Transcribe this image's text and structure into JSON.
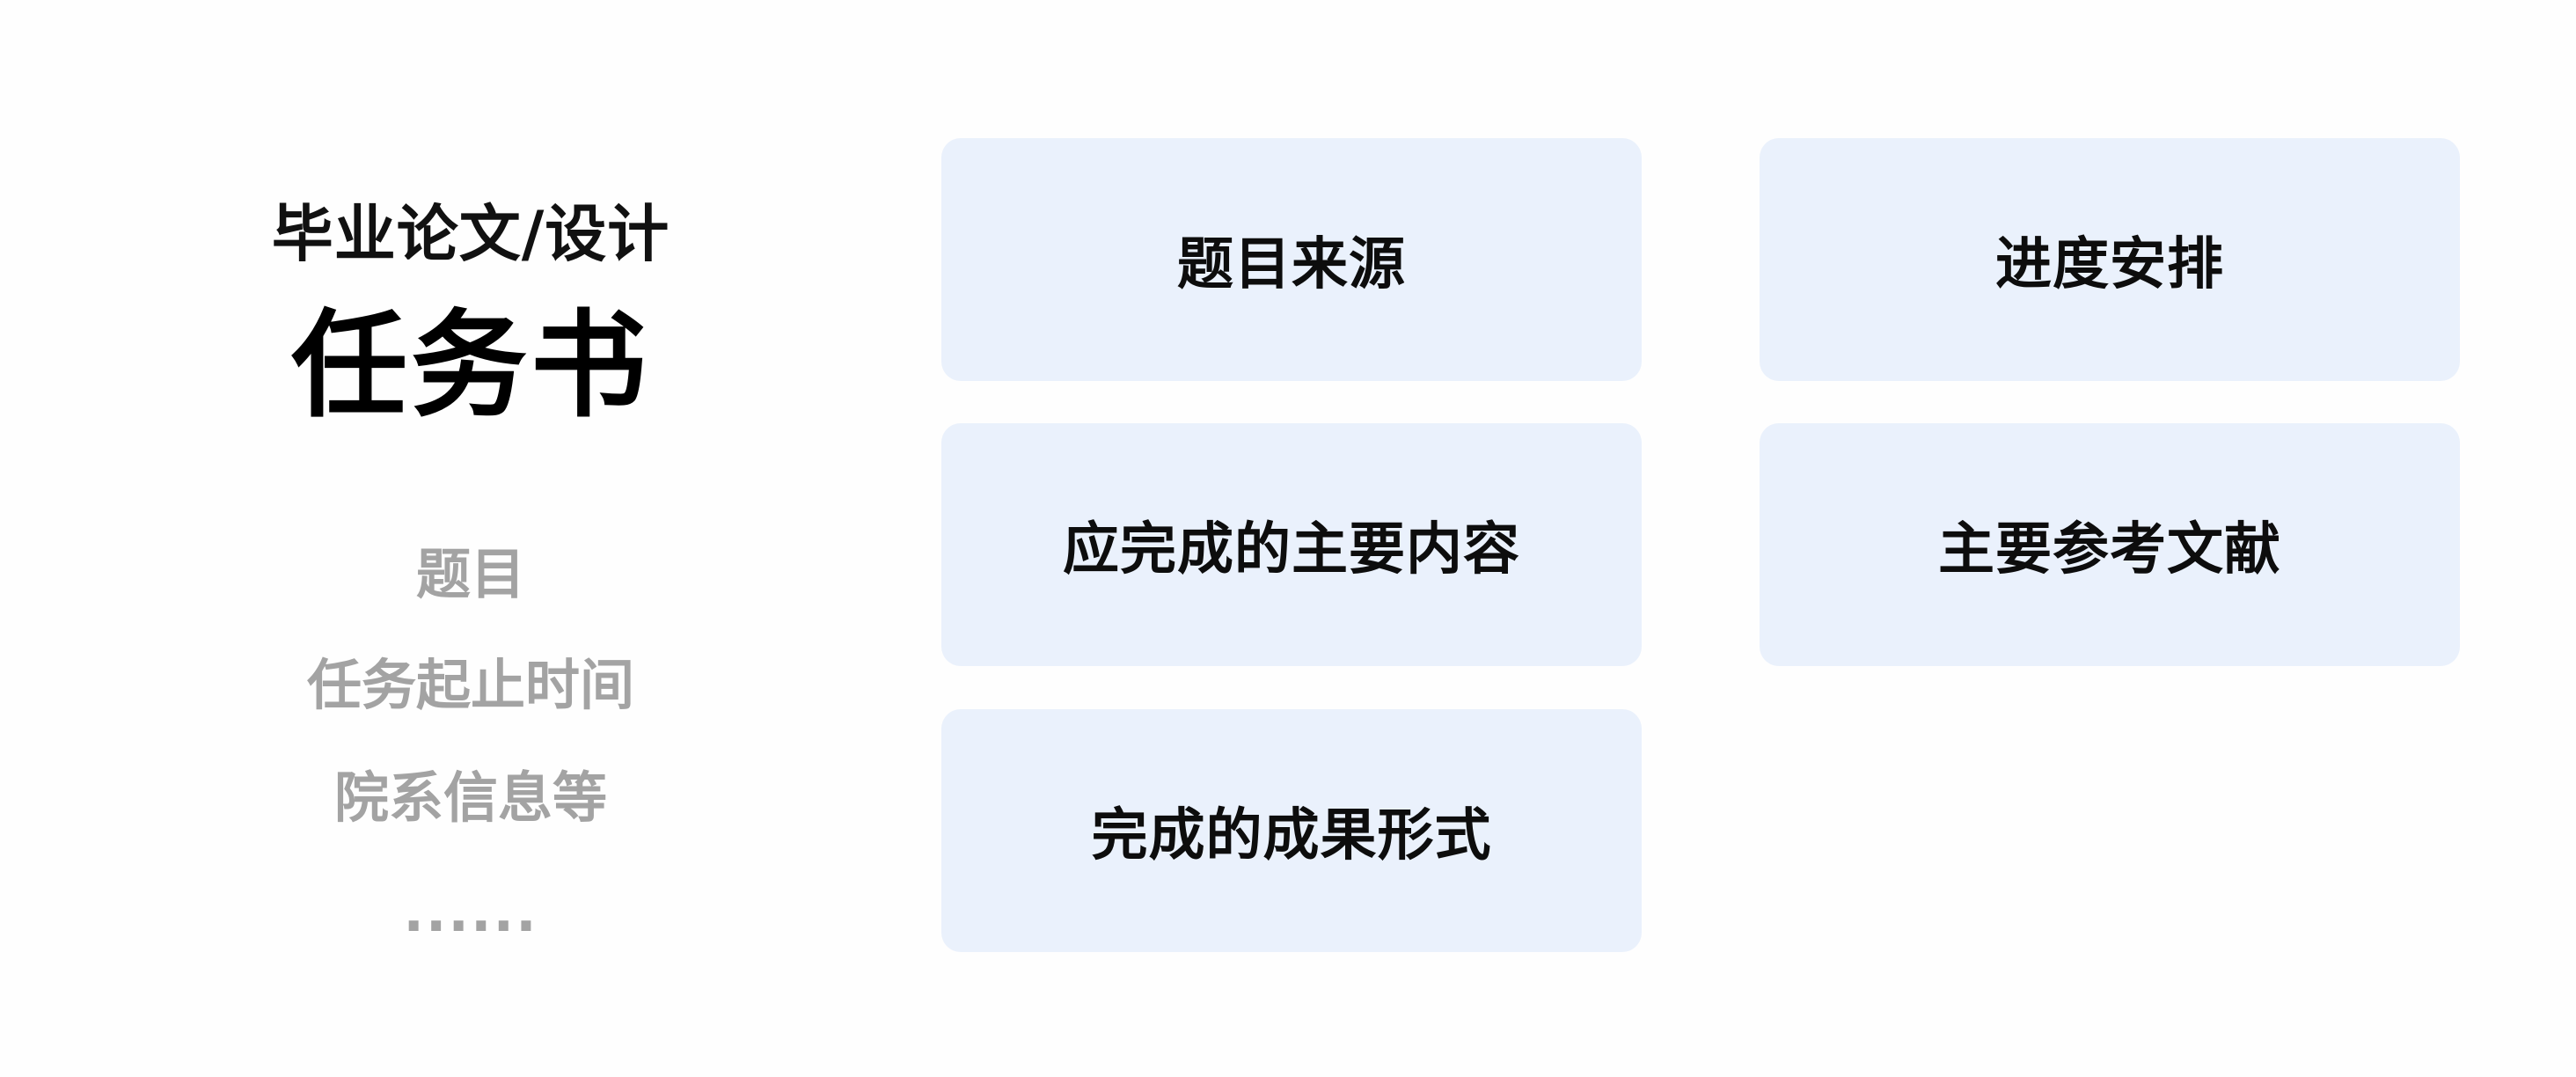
{
  "left_panel": {
    "subtitle": "毕业论文/设计",
    "title": "任务书",
    "items": [
      "题目",
      "任务起止时间",
      "院系信息等",
      "......"
    ]
  },
  "cards": [
    {
      "label": "题目来源"
    },
    {
      "label": "进度安排"
    },
    {
      "label": "应完成的主要内容"
    },
    {
      "label": "主要参考文献"
    },
    {
      "label": "完成的成果形式"
    }
  ],
  "colors": {
    "card_background": "#eaf1fc",
    "heading_text": "#000000",
    "muted_text": "#a3a3a3"
  }
}
